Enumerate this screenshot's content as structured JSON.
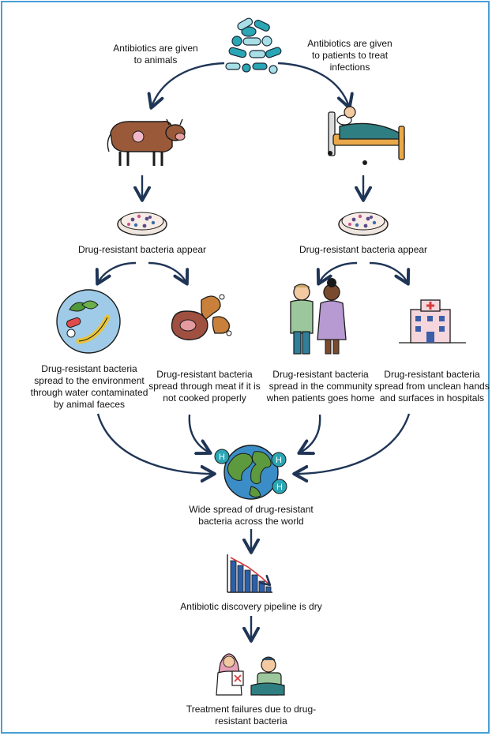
{
  "top": {
    "left_label": "Antibiotics are given\nto animals",
    "right_label": "Antibiotics are given\nto patients to treat\ninfections"
  },
  "animal_branch": {
    "bacteria_label": "Drug-resistant bacteria appear",
    "env_label": "Drug-resistant bacteria\nspread to the environment\nthrough water contaminated\nby animal faeces",
    "meat_label": "Drug-resistant bacteria\nspread through meat if it is\nnot cooked properly"
  },
  "patient_branch": {
    "bacteria_label": "Drug-resistant bacteria appear",
    "community_label": "Drug-resistant bacteria\nspread in the community\nwhen patients goes home",
    "hospital_label": "Drug-resistant bacteria\nspread from unclean hands\nand surfaces in hospitals"
  },
  "global": {
    "spread_label": "Wide spread of drug-resistant\nbacteria across the world",
    "hospital_marker": "H"
  },
  "pipeline": {
    "label": "Antibiotic discovery pipeline is dry"
  },
  "outcome": {
    "label": "Treatment failures due to drug-\nresistant bacteria"
  },
  "colors": {
    "frame": "#4a9fd8",
    "arrow": "#1f3556",
    "pill_teal": "#2aa6b4",
    "pill_light": "#a8dfe6",
    "bed": "#2f7f82",
    "globe_ocean": "#3a8dc7",
    "globe_land": "#5d9a3e",
    "bar_blue": "#2d5fa8",
    "trend_red": "#d93a3a",
    "hospital_cross": "#d83a3a"
  }
}
